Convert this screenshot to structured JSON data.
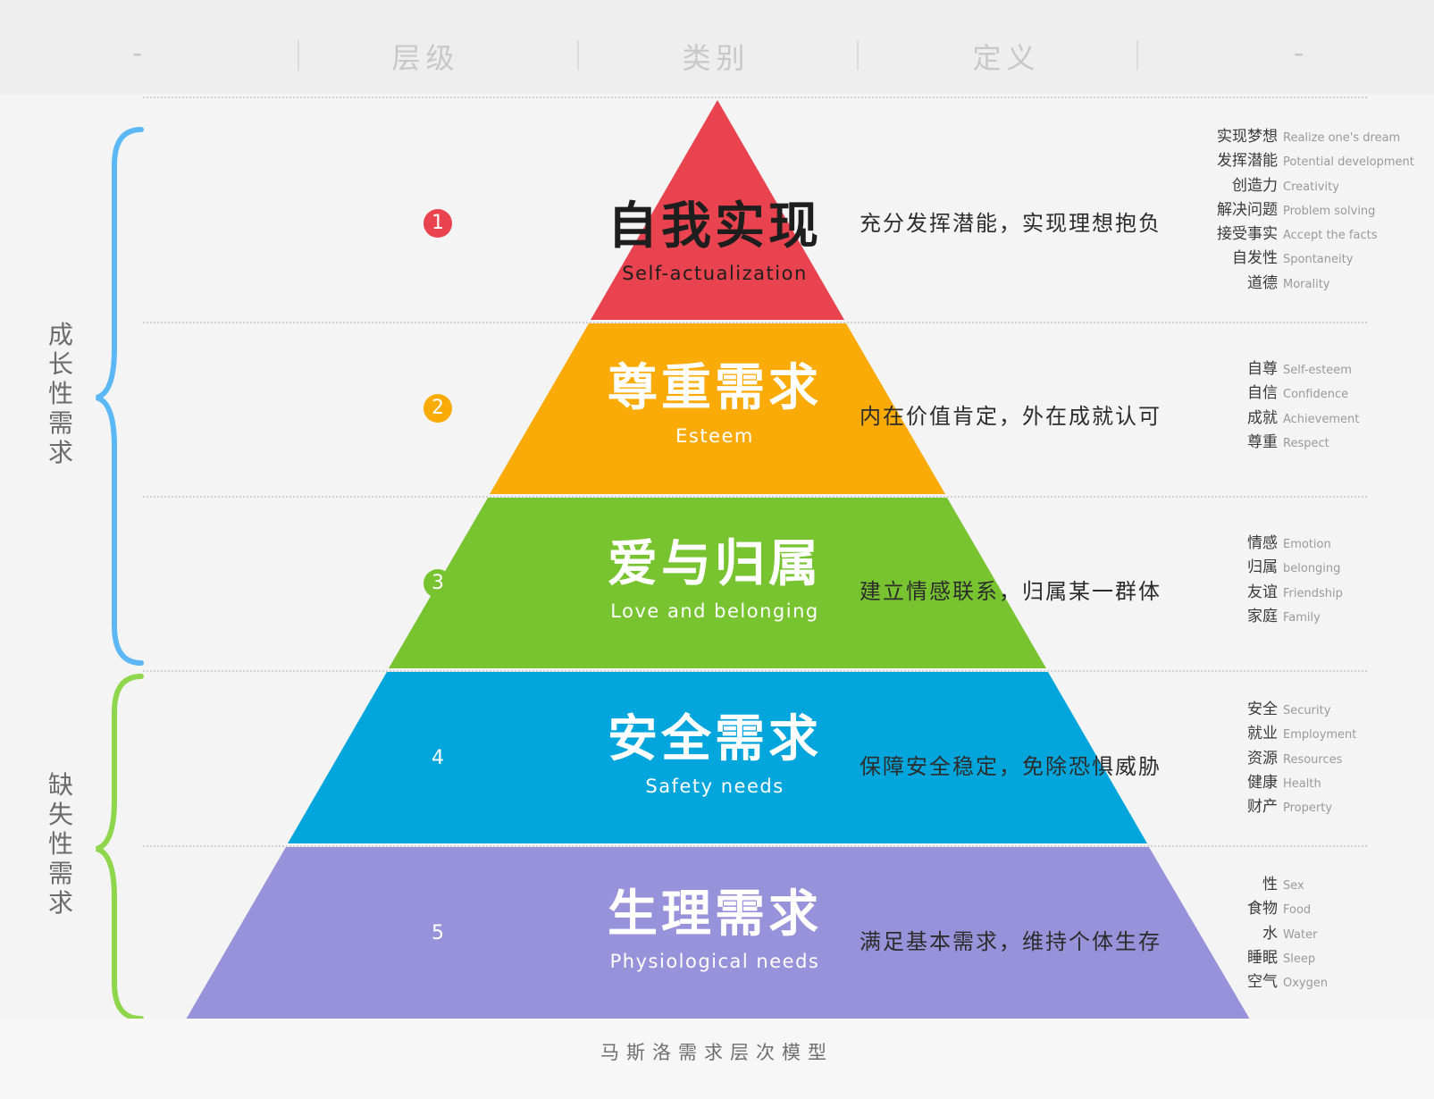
{
  "header": {
    "columns": [
      "-",
      "层级",
      "类别",
      "定义",
      "-"
    ]
  },
  "groups": {
    "growth": "成长性需求",
    "deficiency": "缺失性需求"
  },
  "colors": {
    "level1": "#e8434e",
    "level2": "#fbab07",
    "level3": "#78c430",
    "level4": "#02a6dc",
    "level5": "#9892da",
    "growth_brace": "#5bb8f4",
    "deficiency_brace": "#8fd64c"
  },
  "levels": [
    {
      "number": "1",
      "zh": "自我实现",
      "en": "Self-actualization",
      "definition": "充分发挥潜能，实现理想抱负",
      "keywords": [
        {
          "zh": "实现梦想",
          "en": "Realize one's dream"
        },
        {
          "zh": "发挥潜能",
          "en": "Potential development"
        },
        {
          "zh": "创造力",
          "en": "Creativity"
        },
        {
          "zh": "解决问题",
          "en": "Problem solving"
        },
        {
          "zh": "接受事实",
          "en": "Accept the facts"
        },
        {
          "zh": "自发性",
          "en": "Spontaneity"
        },
        {
          "zh": "道德",
          "en": "Morality"
        }
      ]
    },
    {
      "number": "2",
      "zh": "尊重需求",
      "en": "Esteem",
      "definition": "内在价值肯定，外在成就认可",
      "keywords": [
        {
          "zh": "自尊",
          "en": "Self-esteem"
        },
        {
          "zh": "自信",
          "en": "Confidence"
        },
        {
          "zh": "成就",
          "en": "Achievement"
        },
        {
          "zh": "尊重",
          "en": "Respect"
        }
      ]
    },
    {
      "number": "3",
      "zh": "爱与归属",
      "en": "Love and belonging",
      "definition": "建立情感联系，归属某一群体",
      "keywords": [
        {
          "zh": "情感",
          "en": "Emotion"
        },
        {
          "zh": "归属",
          "en": "belonging"
        },
        {
          "zh": "友谊",
          "en": "Friendship"
        },
        {
          "zh": "家庭",
          "en": "Family"
        }
      ]
    },
    {
      "number": "4",
      "zh": "安全需求",
      "en": "Safety needs",
      "definition": "保障安全稳定，免除恐惧威胁",
      "keywords": [
        {
          "zh": "安全",
          "en": "Security"
        },
        {
          "zh": "就业",
          "en": "Employment"
        },
        {
          "zh": "资源",
          "en": "Resources"
        },
        {
          "zh": "健康",
          "en": "Health"
        },
        {
          "zh": "财产",
          "en": "Property"
        }
      ]
    },
    {
      "number": "5",
      "zh": "生理需求",
      "en": "Physiological needs",
      "definition": "满足基本需求，维持个体生存",
      "keywords": [
        {
          "zh": "性",
          "en": "Sex"
        },
        {
          "zh": "食物",
          "en": "Food"
        },
        {
          "zh": "水",
          "en": "Water"
        },
        {
          "zh": "睡眠",
          "en": "Sleep"
        },
        {
          "zh": "空气",
          "en": "Oxygen"
        }
      ]
    }
  ],
  "footer": {
    "title": "马斯洛需求层次模型"
  }
}
